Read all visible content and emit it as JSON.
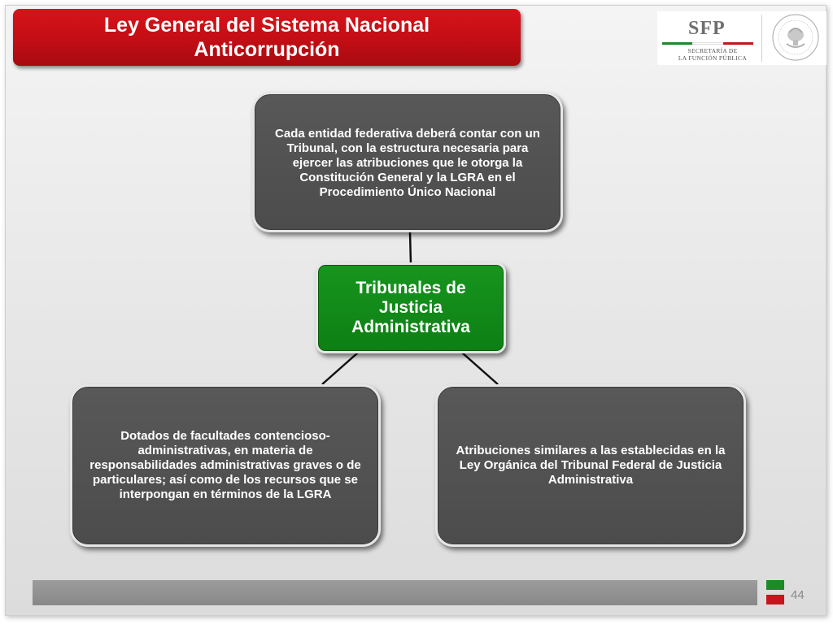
{
  "title": {
    "line1": "Ley General del Sistema Nacional",
    "line2": "Anticorrupción"
  },
  "logo": {
    "text": "SFP",
    "sub_line1": "SECRETARÍA DE",
    "sub_line2": "LA FUNCIÓN PÚBLICA",
    "seal_icon": "mexican-coat-of-arms-seal",
    "stripe_colors": [
      "#1a8a2a",
      "#ffffff",
      "#c8151b"
    ]
  },
  "diagram": {
    "center_label": "Tribunales de Justicia Administrativa",
    "top_text": "Cada entidad federativa deberá contar con un Tribunal, con  la estructura necesaria para ejercer las atribuciones que le otorga la Constitución General y la LGRA en el Procedimiento Único Nacional",
    "left_text": "Dotados de facultades contencioso-administrativas, en materia de responsabilidades administrativas graves o de particulares; así como de los recursos que se interpongan en términos de la LGRA",
    "right_text": "Atribuciones similares a las establecidas en la Ley Orgánica del Tribunal Federal de Justicia Administrativa",
    "colors": {
      "center": "#0d7f14",
      "branch": "#4c4c4c",
      "connector": "#111111"
    }
  },
  "footer": {
    "page_number": "44",
    "flag_colors": [
      "#1a8a2a",
      "#c8151b"
    ]
  }
}
